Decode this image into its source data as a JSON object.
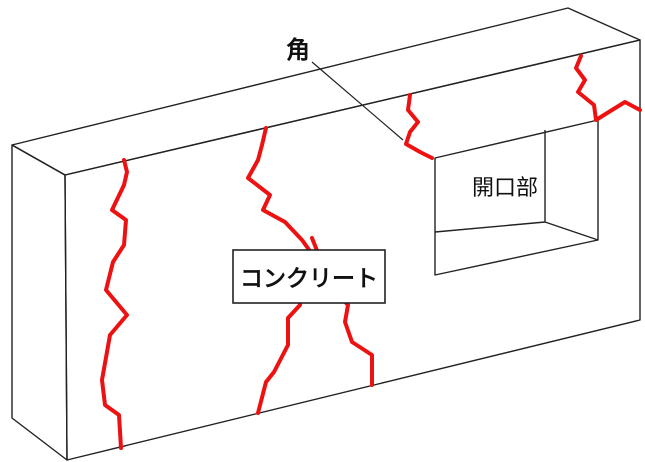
{
  "labels": {
    "corner": "角",
    "opening": "開口部",
    "concrete": "コンクリート"
  },
  "colors": {
    "wall_front": "#f1f1f1",
    "wall_top": "#e9e9e9",
    "wall_side": "#e4e4e4",
    "opening_fill": "#ffffff",
    "edge": "#222222",
    "crack": "#ee1111",
    "label_box_fill": "#ffffff",
    "label_box_stroke": "#222222"
  }
}
